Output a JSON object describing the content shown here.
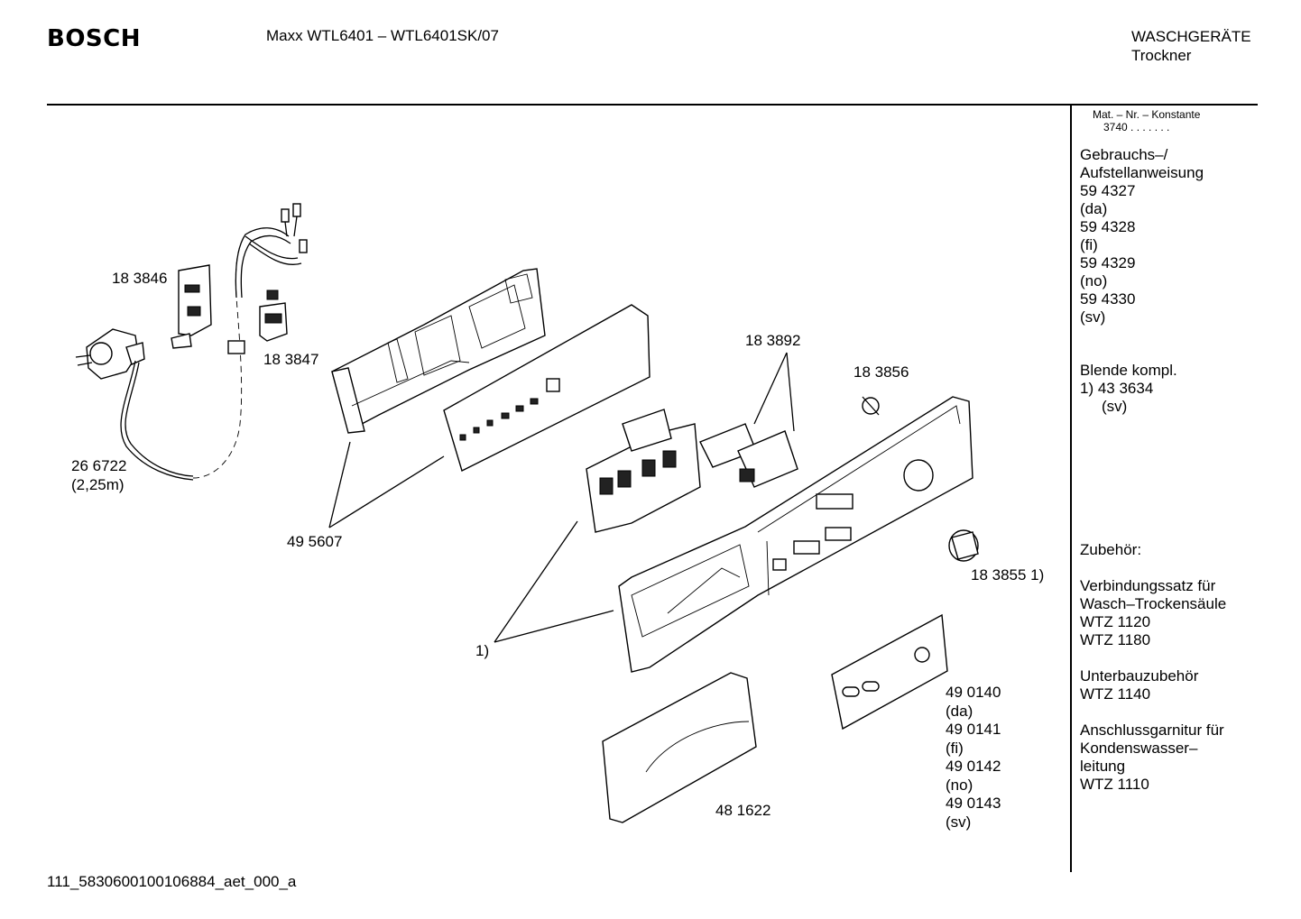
{
  "header": {
    "brand": "BOSCH",
    "model": "Maxx WTL6401 – WTL6401SK/07",
    "category_line1": "WASCHGERÄTE",
    "category_line2": "Trockner"
  },
  "sidebar": {
    "mat_label": "Mat. – Nr. – Konstante",
    "mat_value": "3740 . . . . . . .",
    "manual": {
      "title_line1": "Gebrauchs–/",
      "title_line2": "Aufstellanweisung",
      "entries": [
        {
          "number": "59 4327",
          "lang": "(da)"
        },
        {
          "number": "59 4328",
          "lang": "(fi)"
        },
        {
          "number": "59 4329",
          "lang": "(no)"
        },
        {
          "number": "59 4330",
          "lang": "(sv)"
        }
      ]
    },
    "panel": {
      "title": "Blende kompl.",
      "line": "1) 43 3634",
      "lang": "(sv)"
    },
    "accessories": {
      "title": "Zubehör:",
      "group1_line1": "Verbindungssatz für",
      "group1_line2": "Wasch–Trockensäule",
      "group1_item1": "WTZ 1120",
      "group1_item2": "WTZ 1180",
      "group2_line1": "Unterbauzubehör",
      "group2_item1": "WTZ 1140",
      "group3_line1": "Anschlussgarnitur für",
      "group3_line2": "Kondenswasser–",
      "group3_line3": "leitung",
      "group3_item1": "WTZ 1110"
    }
  },
  "parts": {
    "p183846": "18 3846",
    "p183847": "18 3847",
    "p266722": "26 6722",
    "p266722_len": "(2,25m)",
    "p495607": "49 5607",
    "p183892": "18 3892",
    "p183856": "18 3856",
    "p183855": "18 3855 1)",
    "ref1": "1)",
    "p481622": "48 1622",
    "plates": [
      {
        "number": "49 0140",
        "lang": "(da)"
      },
      {
        "number": "49 0141",
        "lang": "(fi)"
      },
      {
        "number": "49 0142",
        "lang": "(no)"
      },
      {
        "number": "49 0143",
        "lang": "(sv)"
      }
    ]
  },
  "footer": {
    "code": "111_5830600100106884_aet_000_a"
  }
}
